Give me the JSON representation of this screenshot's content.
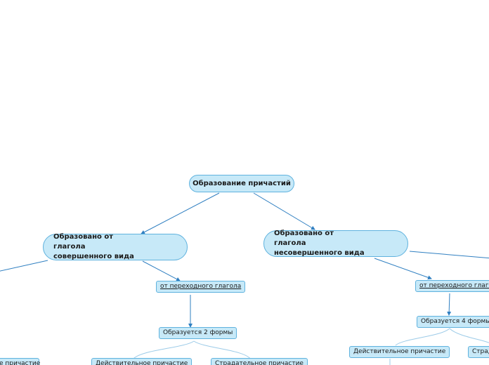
{
  "mindmap": {
    "root": "Образование причастий",
    "perfective": {
      "label": "Образовано от глагола совершенного вида",
      "transitive": "от переходного глагола",
      "forms": "Образуется 2 формы",
      "active_participle": "Действительное причастие",
      "passive_participle": "Страдательное причастие",
      "cut_left_participle": "Действительное причастие"
    },
    "imperfective": {
      "label": "Образовано от глагола несовершенного вида",
      "transitive": "от переходного глагола",
      "forms": "Образуется 4 формы",
      "active_participle": "Действительное причастие",
      "passive_participle": "Страдательное причастие"
    }
  },
  "colors": {
    "node_fill": "#c7e9f8",
    "node_border": "#5fb2de",
    "connector": "#2f7fc1",
    "soft_connector": "#9ccbe8"
  }
}
